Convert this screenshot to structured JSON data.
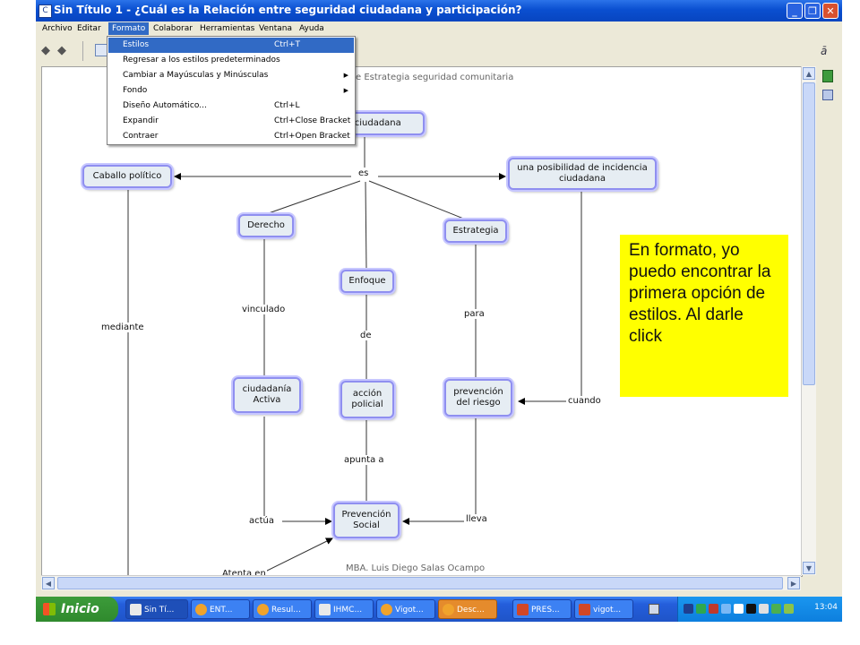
{
  "window": {
    "title": "Sin Título 1 - ¿Cuál es la Relación entre seguridad ciudadana y participación?",
    "min_glyph": "_",
    "max_glyph": "❐",
    "close_glyph": "✕",
    "app_icon": "cmap-icon"
  },
  "menubar": {
    "items": [
      {
        "label": "Archivo"
      },
      {
        "label": "Editar"
      },
      {
        "label": "Formato"
      },
      {
        "label": "Colaborar"
      },
      {
        "label": "Herramientas"
      },
      {
        "label": "Ventana"
      },
      {
        "label": "Ayuda"
      }
    ],
    "active": "Formato"
  },
  "toolbar": {
    "back_glyph": "◆",
    "forward_glyph": "◆",
    "right_glyph": "ā"
  },
  "format_menu": {
    "items": [
      {
        "label": "Estilos",
        "shortcut": "Ctrl+T",
        "submenu": false,
        "selected": true
      },
      {
        "label": "Regresar a los estilos predeterminados",
        "shortcut": "",
        "submenu": false,
        "selected": false
      },
      {
        "label": "Cambiar a Mayúsculas y Minúsculas",
        "shortcut": "",
        "submenu": true,
        "selected": false
      },
      {
        "label": "Fondo",
        "shortcut": "",
        "submenu": true,
        "selected": false
      },
      {
        "label": "Diseño Automático...",
        "shortcut": "Ctrl+L",
        "submenu": false,
        "selected": false
      },
      {
        "label": "Expandir",
        "shortcut": "Ctrl+Close Bracket",
        "submenu": false,
        "selected": false
      },
      {
        "label": "Contraer",
        "shortcut": "Ctrl+Open Bracket",
        "submenu": false,
        "selected": false
      }
    ],
    "submenu_glyph": "▶"
  },
  "concept_map": {
    "title": "e Estrategia seguridad comunitaria",
    "author": "MBA. Luis Diego Salas Ocampo",
    "concepts": {
      "root": "d ciudadana",
      "caballo": "Caballo político",
      "posibilidad": "una posibilidad de incidencia ciudadana",
      "derecho": "Derecho",
      "estrategia": "Estrategia",
      "enfoque": "Enfoque",
      "ciudadania": "ciudadanía Activa",
      "accion": "acción policial",
      "prevencion_riesgo": "prevención del riesgo",
      "prevencion_social": "Prevención Social"
    },
    "links": {
      "es": "es",
      "vinculado": "vinculado",
      "mediante": "mediante",
      "de": "de",
      "para": "para",
      "cuando": "cuando",
      "apunta": "apunta a",
      "actua": "actúa",
      "lleva": "lleva",
      "atenta": "Atenta en"
    }
  },
  "annotation": {
    "text": "En formato, yo puedo encontrar la primera opción de estilos. Al darle click",
    "color": "#ffff00"
  },
  "scrollbars": {
    "up": "▲",
    "down": "▼",
    "left": "◀",
    "right": "▶"
  },
  "taskbar": {
    "start_label": "Inicio",
    "tasks": [
      {
        "label": "Sin Tí...",
        "icon": "cmap-icon",
        "state": "active"
      },
      {
        "label": "ENT...",
        "icon": "firefox-icon",
        "state": "normal"
      },
      {
        "label": "Resul...",
        "icon": "firefox-icon",
        "state": "normal"
      },
      {
        "label": "IHMC...",
        "icon": "ihmc-icon",
        "state": "normal"
      },
      {
        "label": "Vigot...",
        "icon": "firefox-icon",
        "state": "normal"
      },
      {
        "label": "Desc...",
        "icon": "firefox-icon",
        "state": "orange"
      },
      {
        "label": "PRES...",
        "icon": "powerpoint-icon",
        "state": "normal"
      },
      {
        "label": "vigot...",
        "icon": "powerpoint-icon",
        "state": "normal"
      }
    ],
    "clock": "13:04"
  }
}
